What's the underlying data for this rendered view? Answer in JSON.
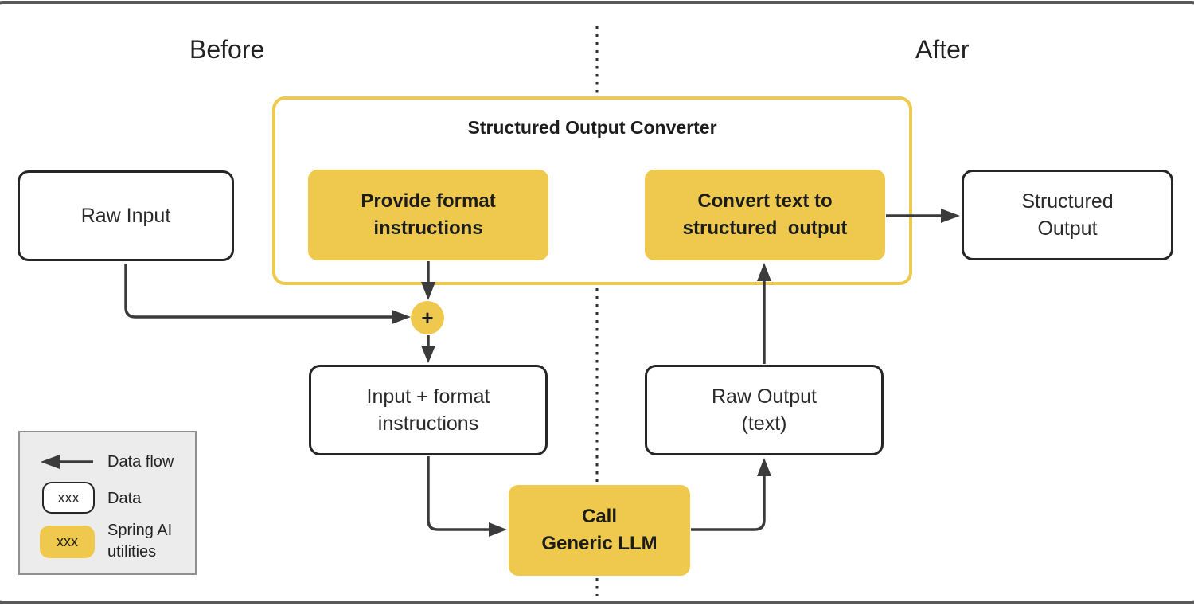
{
  "page": {
    "before_label": "Before",
    "after_label": "After"
  },
  "converter": {
    "title": "Structured Output Converter"
  },
  "nodes": {
    "raw_input": {
      "label": "Raw Input",
      "type": "data"
    },
    "provide_format": {
      "label": "Provide format\ninstructions",
      "type": "utility"
    },
    "convert_text": {
      "label": "Convert text to\nstructured  output",
      "type": "utility"
    },
    "structured_output": {
      "label": "Structured\nOutput",
      "type": "data"
    },
    "plus_junction": {
      "label": "+",
      "type": "utility"
    },
    "input_format": {
      "label": "Input + format\ninstructions",
      "type": "data"
    },
    "call_llm": {
      "label": "Call\nGeneric LLM",
      "type": "utility"
    },
    "raw_output": {
      "label": "Raw Output\n(text)",
      "type": "data"
    }
  },
  "legend": {
    "data_flow": {
      "label": "Data flow"
    },
    "data": {
      "sample": "xxx",
      "label": "Data"
    },
    "spring_ai": {
      "sample": "xxx",
      "label": "Spring AI\nutilities"
    }
  },
  "colors": {
    "accent_yellow": "#EEC94D",
    "line_dark": "#3B3B3B",
    "node_border": "#262626",
    "text_dark": "#1F1F1F",
    "legend_bg": "#ECECEC",
    "legend_border": "#8F8F8F",
    "frame_border": "#5A5A5A"
  }
}
